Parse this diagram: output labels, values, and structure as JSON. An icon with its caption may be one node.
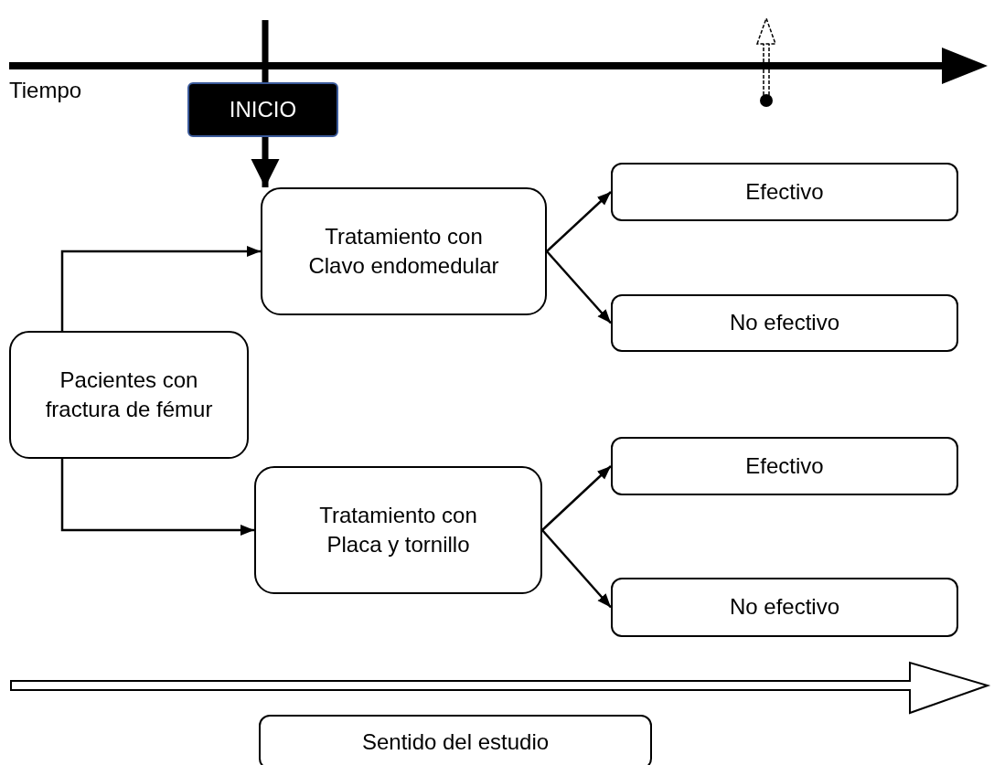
{
  "diagram": {
    "nodes": [
      {
        "text": [
          "INICIO"
        ]
      },
      {
        "text": [
          "Tratamiento con Clavo endomedular"
        ]
      },
      {
        "text": [
          "Efectivo"
        ]
      },
      {
        "text": [
          "No efectivo"
        ]
      },
      {
        "text": [
          "Pacientes con fractura de fémur"
        ]
      },
      {
        "text": [
          "Tratamiento con Placa y tornillo"
        ]
      },
      {
        "text": [
          "Efectivo"
        ]
      },
      {
        "text": [
          "No efectivo"
        ]
      },
      {
        "text": [
          "Sentido del estudio"
        ]
      }
    ],
    "edges": [
      {
        "from": 0,
        "to": 1,
        "arrow": "to",
        "style": "thick"
      },
      {
        "from": 4,
        "to": 1,
        "arrow": "to"
      },
      {
        "from": 4,
        "to": 5,
        "arrow": "to"
      },
      {
        "from": 1,
        "to": 2,
        "arrow": "to"
      },
      {
        "from": 1,
        "to": 3,
        "arrow": "to"
      },
      {
        "from": 5,
        "to": 6,
        "arrow": "to"
      },
      {
        "from": 5,
        "to": 7,
        "arrow": "to"
      }
    ],
    "labels": [
      "Tiempo"
    ]
  }
}
